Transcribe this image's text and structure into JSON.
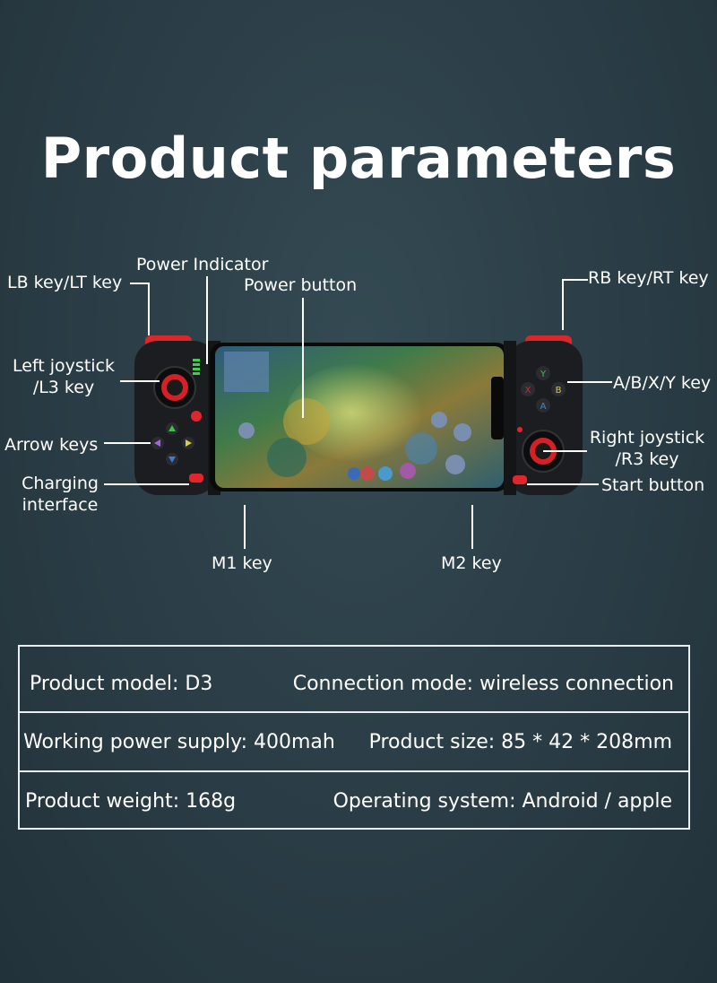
{
  "title": "Product parameters",
  "labels": {
    "lb": "LB key/LT key",
    "power_indicator": "Power Indicator",
    "power_button": "Power button",
    "rb": "RB key/RT key",
    "left_joystick_1": "Left joystick",
    "left_joystick_2": "/L3 key",
    "abxy": "A/B/X/Y key",
    "arrow": "Arrow keys",
    "right_joystick_1": "Right joystick",
    "right_joystick_2": "/R3 key",
    "charging_1": "Charging",
    "charging_2": "interface",
    "start": "Start button",
    "m1": "M1 key",
    "m2": "M2 key"
  },
  "face_buttons": {
    "y": "Y",
    "x": "X",
    "b": "B",
    "a": "A"
  },
  "specs": [
    {
      "left": "Product model:  D3",
      "right": "Connection mode: wireless connection"
    },
    {
      "left": "Working power supply: 400mah",
      "right": "Product size: 85 * 42 * 208mm"
    },
    {
      "left": "Product weight: 168g",
      "right": "Operating system: Android / apple"
    }
  ],
  "colors": {
    "accent_red": "#e0262c",
    "controller_body": "#1b1d20",
    "border": "#e9eef0"
  }
}
